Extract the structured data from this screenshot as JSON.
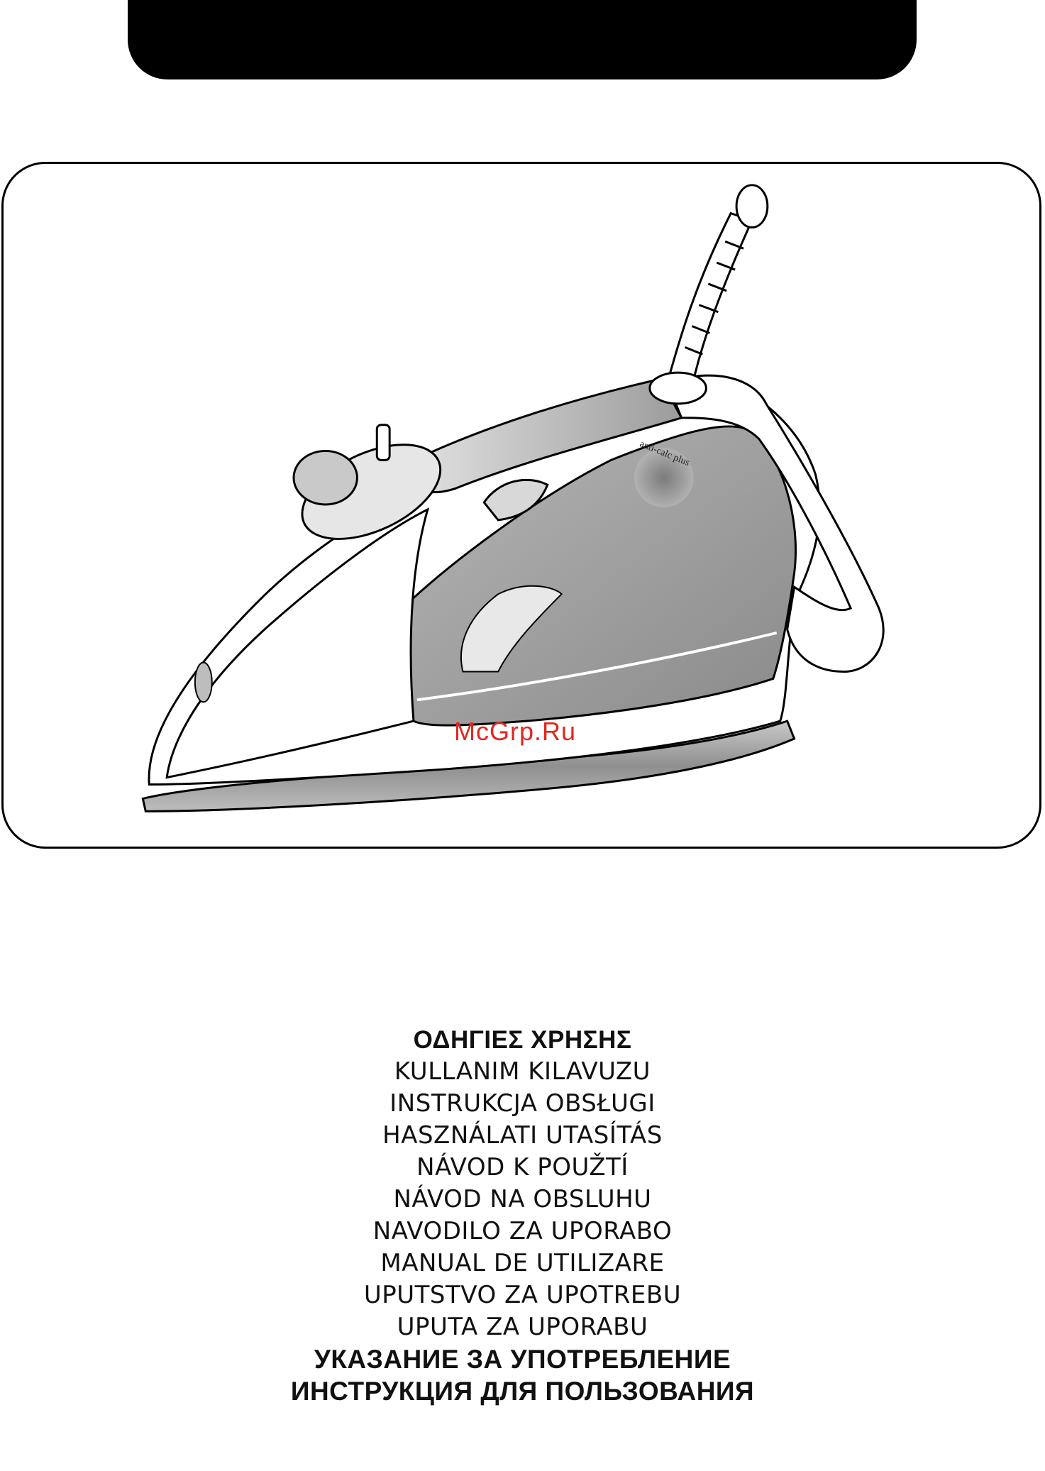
{
  "cover": {
    "watermark": "McGrp.Ru",
    "iron_label": "anti-calc plus",
    "titles": [
      "ΟΔΗΓΙΕΣ ΧΡΗΣΗΣ",
      "KULLANIM KILAVUZU",
      "INSTRUKCJA OBSŁUGI",
      "HASZNÁLATI UTASÍTÁS",
      "NÁVOD K POUŽTÍ",
      "NÁVOD NA OBSLUHU",
      "NAVODILO ZA UPORABO",
      "MANUAL DE UTILIZARE",
      "UPUTSTVO ZA UPOTREBU",
      "UPUTA ZA UPORABU",
      "УКАЗАНИЕ ЗА УПОТРЕБЛЕНИЕ",
      "ИНСТРУКЦИЯ ДЛЯ ПОЛЬЗОВАНИЯ"
    ]
  },
  "colors": {
    "watermark": "#e0281f",
    "iron_shade": "#9a9a9a",
    "iron_light": "#d6d6d6",
    "bar": "#000000"
  }
}
